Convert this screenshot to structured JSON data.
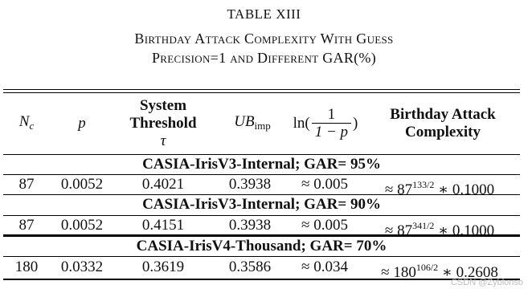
{
  "table": {
    "number": "TABLE XIII",
    "caption_line1": "Birthday Attack Complexity With Guess",
    "caption_line2": "Precision=1 and Different GAR(%)"
  },
  "headers": {
    "nc_main": "N",
    "nc_sub": "c",
    "p": "p",
    "threshold_line1": "System",
    "threshold_line2": "Threshold",
    "threshold_line3": "τ",
    "ub_main": "UB",
    "ub_sub": "imp",
    "ln_prefix": "ln(",
    "ln_num": "1",
    "ln_den": "1 − p",
    "ln_suffix": ")",
    "bac_line1": "Birthday Attack",
    "bac_line2": "Complexity"
  },
  "sections": [
    {
      "title": "CASIA-IrisV3-Internal; GAR= 95%",
      "row": {
        "nc": "87",
        "p": "0.0052",
        "threshold": "0.4021",
        "ub": "0.3938",
        "ln": "≈ 0.005",
        "bac_prefix": "≈ 87",
        "bac_exp": "133/2",
        "bac_suffix": " ∗ 0.1000"
      }
    },
    {
      "title": "CASIA-IrisV3-Internal; GAR= 90%",
      "row": {
        "nc": "87",
        "p": "0.0052",
        "threshold": "0.4151",
        "ub": "0.3938",
        "ln": "≈ 0.005",
        "bac_prefix": "≈ 87",
        "bac_exp": "341/2",
        "bac_suffix": " ∗ 0.1000"
      }
    },
    {
      "title": "CASIA-IrisV4-Thousand; GAR= 70%",
      "row": {
        "nc": "180",
        "p": "0.0332",
        "threshold": "0.3619",
        "ub": "0.3586",
        "ln": "≈ 0.034",
        "bac_prefix": "≈ 180",
        "bac_exp": "106/2",
        "bac_suffix": " ∗ 0.2608"
      }
    }
  ],
  "watermark": "CSDN @Zyblonso"
}
